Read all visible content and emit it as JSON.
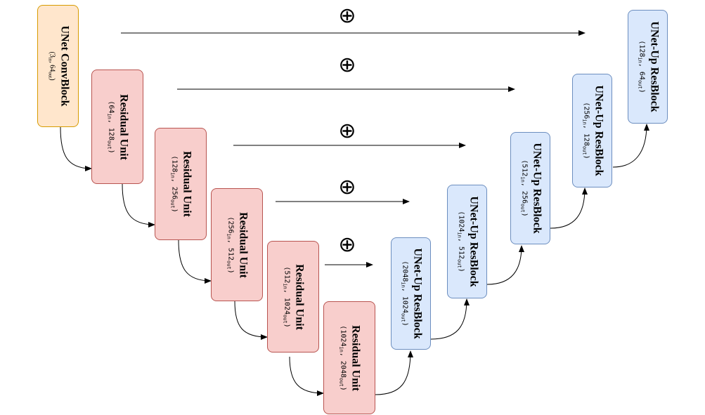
{
  "colors": {
    "conv_fill": "#ffe6cc",
    "conv_stroke": "#d79b00",
    "res_fill": "#f8cecc",
    "res_stroke": "#b85450",
    "up_fill": "#dae8fc",
    "up_stroke": "#6c8ebf"
  },
  "blocks": {
    "conv": {
      "title": "UNet  ConvBlock",
      "in": "3",
      "out": "64"
    },
    "res1": {
      "title": "Residual Unit",
      "in": "64",
      "out": "128"
    },
    "res2": {
      "title": "Residual Unit",
      "in": "128",
      "out": "256"
    },
    "res3": {
      "title": "Residual Unit",
      "in": "256",
      "out": "512"
    },
    "res4": {
      "title": "Residual Unit",
      "in": "512",
      "out": "1024"
    },
    "res5": {
      "title": "Residual Unit",
      "in": "1024",
      "out": "2048"
    },
    "up1": {
      "title": "UNet-Up ResBlock",
      "in": "2048",
      "out": "1024"
    },
    "up2": {
      "title": "UNet-Up ResBlock",
      "in": "1024",
      "out": "512"
    },
    "up3": {
      "title": "UNet-Up ResBlock",
      "in": "512",
      "out": "256"
    },
    "up4": {
      "title": "UNet-Up ResBlock",
      "in": "256",
      "out": "128"
    },
    "up5": {
      "title": "UNet-Up ResBlock",
      "in": "128",
      "out": "64"
    }
  },
  "labels": {
    "sub_in": "in",
    "sub_out": "out",
    "sep": ", ",
    "lp": "(",
    "rp": ")"
  },
  "add_symbol": "⊕"
}
